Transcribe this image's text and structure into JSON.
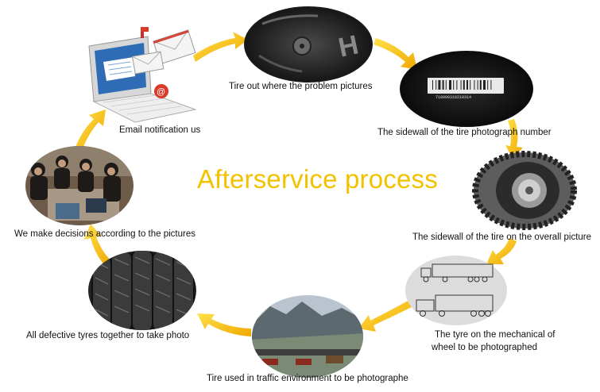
{
  "diagram": {
    "title": "Afterservice process",
    "steps": [
      {
        "id": "step-1",
        "caption": "Tire out where the problem pictures",
        "icon": "tire-tread-photo-icon"
      },
      {
        "id": "step-2",
        "caption": "The sidewall of the tire photograph number",
        "icon": "tire-barcode-label-icon",
        "label_text": "718000310210314"
      },
      {
        "id": "step-3",
        "caption": "The sidewall of the tire on the overall picture",
        "icon": "tire-sidewall-photo-icon"
      },
      {
        "id": "step-4",
        "caption_line1": "The tyre on the mechanical of",
        "caption_line2": "wheel to be photographed",
        "icon": "truck-sketch-icon"
      },
      {
        "id": "step-5",
        "caption": "Tire used in traffic environment to be photographe",
        "icon": "traffic-environment-photo-icon"
      },
      {
        "id": "step-6",
        "caption": "All defective tyres together to take photo",
        "icon": "stacked-tyres-photo-icon"
      },
      {
        "id": "step-7",
        "caption": "We make decisions according to the pictures",
        "icon": "team-meeting-photo-icon"
      },
      {
        "id": "step-8",
        "caption": "Email notification us",
        "icon": "laptop-email-icon"
      }
    ],
    "colors": {
      "accent": "#f2c200",
      "arrow": "#f6c400",
      "arrow_dark": "#e8a800",
      "text": "#111111"
    }
  }
}
